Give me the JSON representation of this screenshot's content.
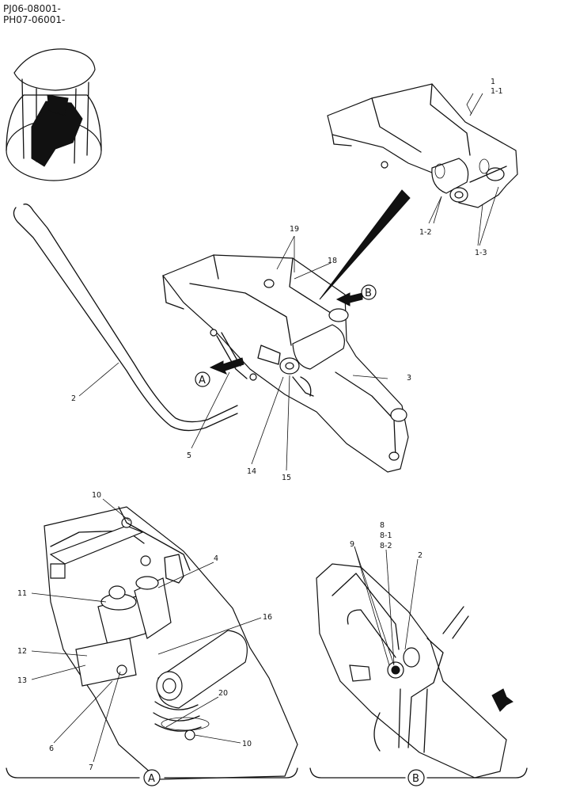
{
  "header": {
    "code_line_1": "PJ06-08001-",
    "code_line_2": "PH07-06001-"
  },
  "labels": {
    "p1": "1",
    "p1_1": "1-1",
    "p1_2": "1-2",
    "p1_3": "1-3",
    "p2": "2",
    "p3": "3",
    "p5": "5",
    "p14": "14",
    "p15": "15",
    "p18": "18",
    "p19": "19",
    "p10a": "10",
    "p4": "4",
    "p11": "11",
    "p16": "16",
    "p12": "12",
    "p13": "13",
    "p20": "20",
    "p10b": "10",
    "p6": "6",
    "p7": "7",
    "p8": "8",
    "p8_1": "8-1",
    "p8_2": "8-2",
    "p9": "9",
    "p2b": "2"
  },
  "views": {
    "view_a": "A",
    "view_b": "B"
  }
}
